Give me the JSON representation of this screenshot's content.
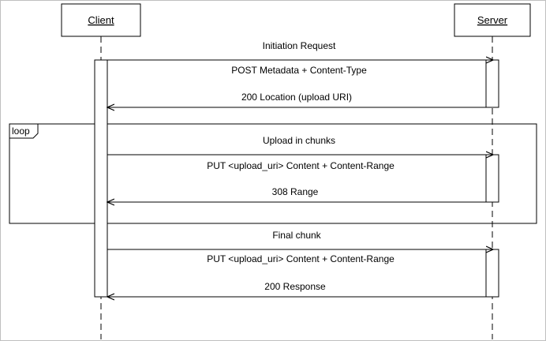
{
  "participants": {
    "client": "Client",
    "server": "Server"
  },
  "messages": [
    {
      "id": "initiation-request",
      "text": "Initiation Request"
    },
    {
      "id": "post-metadata",
      "text": "POST Metadata + Content-Type"
    },
    {
      "id": "location-response",
      "text": "200 Location (upload URI)"
    },
    {
      "id": "upload-in-chunks",
      "text": "Upload in chunks"
    },
    {
      "id": "put-chunk",
      "text": "PUT <upload_uri> Content + Content-Range"
    },
    {
      "id": "range-response",
      "text": "308 Range"
    },
    {
      "id": "final-chunk",
      "text": "Final chunk"
    },
    {
      "id": "put-final-chunk",
      "text": "PUT <upload_uri> Content + Content-Range"
    },
    {
      "id": "final-response",
      "text": "200 Response"
    }
  ],
  "fragments": {
    "loop": "loop"
  }
}
